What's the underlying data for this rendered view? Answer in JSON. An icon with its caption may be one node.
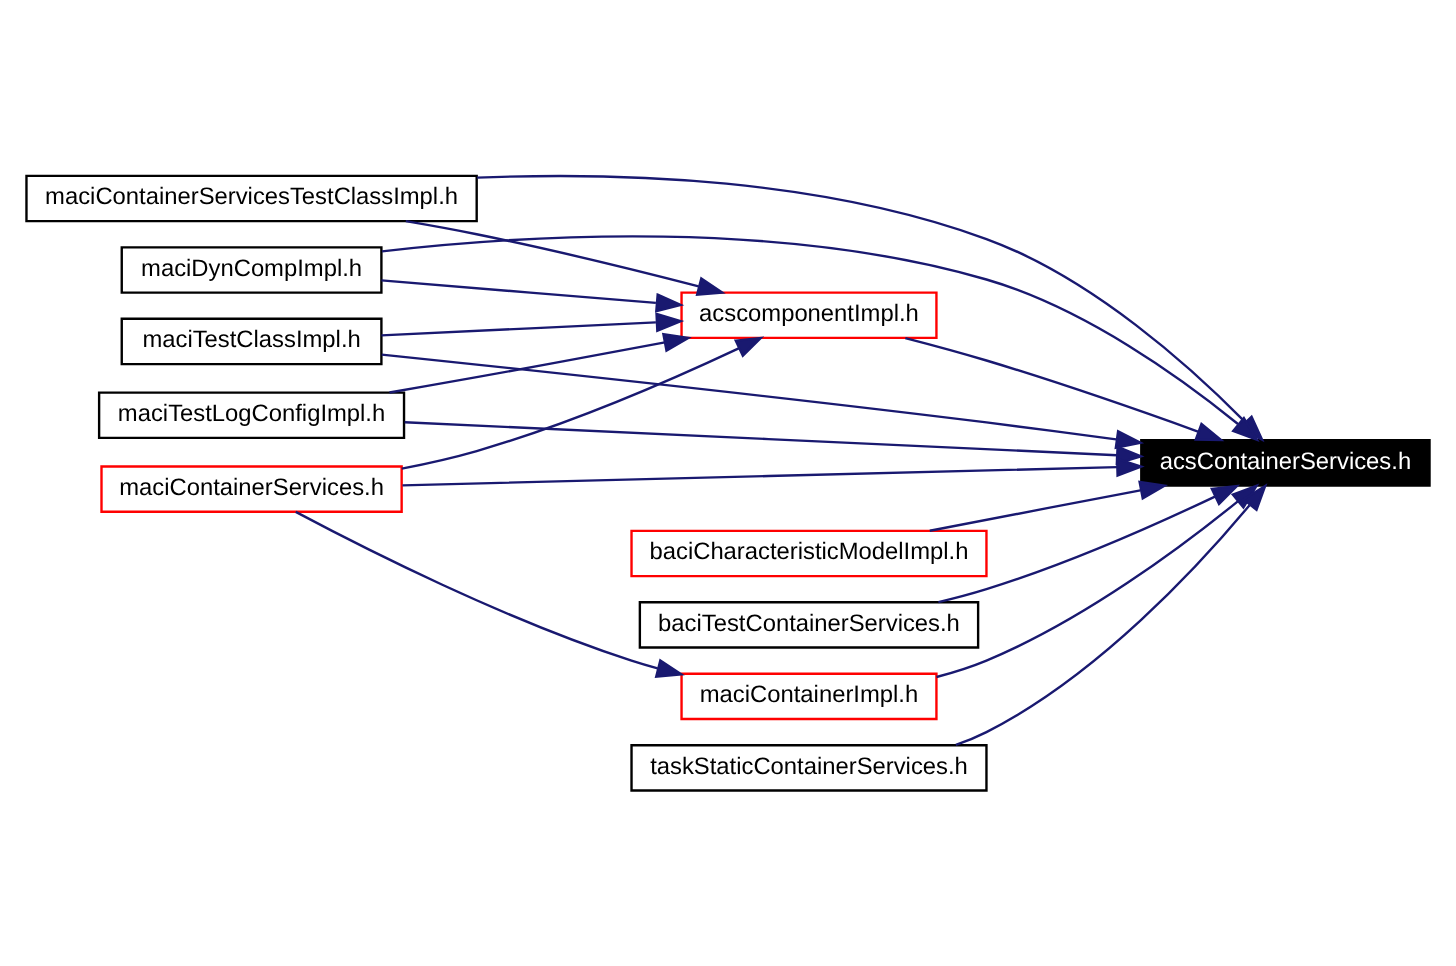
{
  "diagram": {
    "nodes": [
      {
        "text": [
          "maciContainerServicesTestClassImpl.h"
        ]
      },
      {
        "text": [
          "maciDynCompImpl.h"
        ]
      },
      {
        "text": [
          "acscomponentImpl.h"
        ]
      },
      {
        "text": [
          "maciTestClassImpl.h"
        ]
      },
      {
        "text": [
          "maciTestLogConfigImpl.h"
        ]
      },
      {
        "text": [
          "maciContainerServices.h"
        ]
      },
      {
        "text": [
          "acsContainerServices.h"
        ]
      },
      {
        "text": [
          "baciCharacteristicModelImpl.h"
        ]
      },
      {
        "text": [
          "baciTestContainerServices.h"
        ]
      },
      {
        "text": [
          "maciContainerImpl.h"
        ]
      },
      {
        "text": [
          "taskStaticContainerServices.h"
        ]
      }
    ],
    "edges": [
      {
        "from": 0,
        "to": 6,
        "arrow": "to"
      },
      {
        "from": 0,
        "to": 2,
        "arrow": "to"
      },
      {
        "from": 1,
        "to": 6,
        "arrow": "to"
      },
      {
        "from": 1,
        "to": 2,
        "arrow": "to"
      },
      {
        "from": 3,
        "to": 2,
        "arrow": "to"
      },
      {
        "from": 3,
        "to": 6,
        "arrow": "to"
      },
      {
        "from": 4,
        "to": 2,
        "arrow": "to"
      },
      {
        "from": 4,
        "to": 6,
        "arrow": "to"
      },
      {
        "from": 5,
        "to": 2,
        "arrow": "to"
      },
      {
        "from": 5,
        "to": 6,
        "arrow": "to"
      },
      {
        "from": 5,
        "to": 9,
        "arrow": "to"
      },
      {
        "from": 2,
        "to": 6,
        "arrow": "to"
      },
      {
        "from": 7,
        "to": 6,
        "arrow": "to"
      },
      {
        "from": 8,
        "to": 6,
        "arrow": "to"
      },
      {
        "from": 9,
        "to": 6,
        "arrow": "to"
      },
      {
        "from": 10,
        "to": 6,
        "arrow": "to"
      }
    ]
  }
}
